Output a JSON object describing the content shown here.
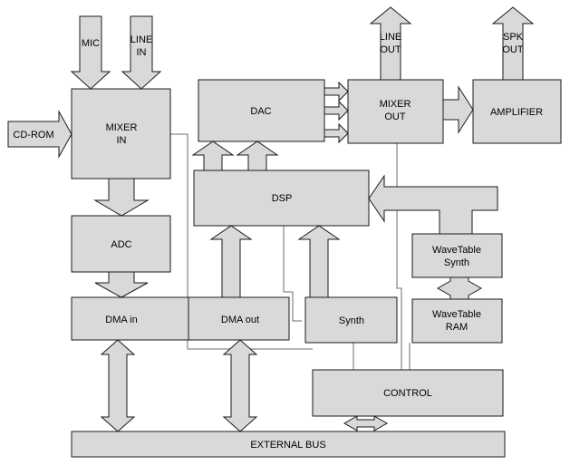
{
  "blocks": {
    "mixer_in": [
      "MIXER",
      "IN"
    ],
    "adc": "ADC",
    "dma_in": "DMA in",
    "dac": "DAC",
    "mixer_out": [
      "MIXER",
      "OUT"
    ],
    "amplifier": "AMPLIFIER",
    "dsp": "DSP",
    "dma_out": "DMA out",
    "synth": "Synth",
    "wavetable_synth": [
      "WaveTable",
      "Synth"
    ],
    "wavetable_ram": [
      "WaveTable",
      "RAM"
    ],
    "control": "CONTROL",
    "external_bus": "EXTERNAL BUS"
  },
  "signals": {
    "mic": "MIC",
    "line_in": [
      "LINE",
      "IN"
    ],
    "cd_rom": "CD-ROM",
    "line_out": [
      "LINE",
      "OUT"
    ],
    "spk_out": [
      "SPK",
      "OUT"
    ]
  },
  "colors": {
    "block_fill": "#d9d9d9",
    "block_stroke": "#1a1a1a",
    "wire": "#6e6e6e"
  }
}
